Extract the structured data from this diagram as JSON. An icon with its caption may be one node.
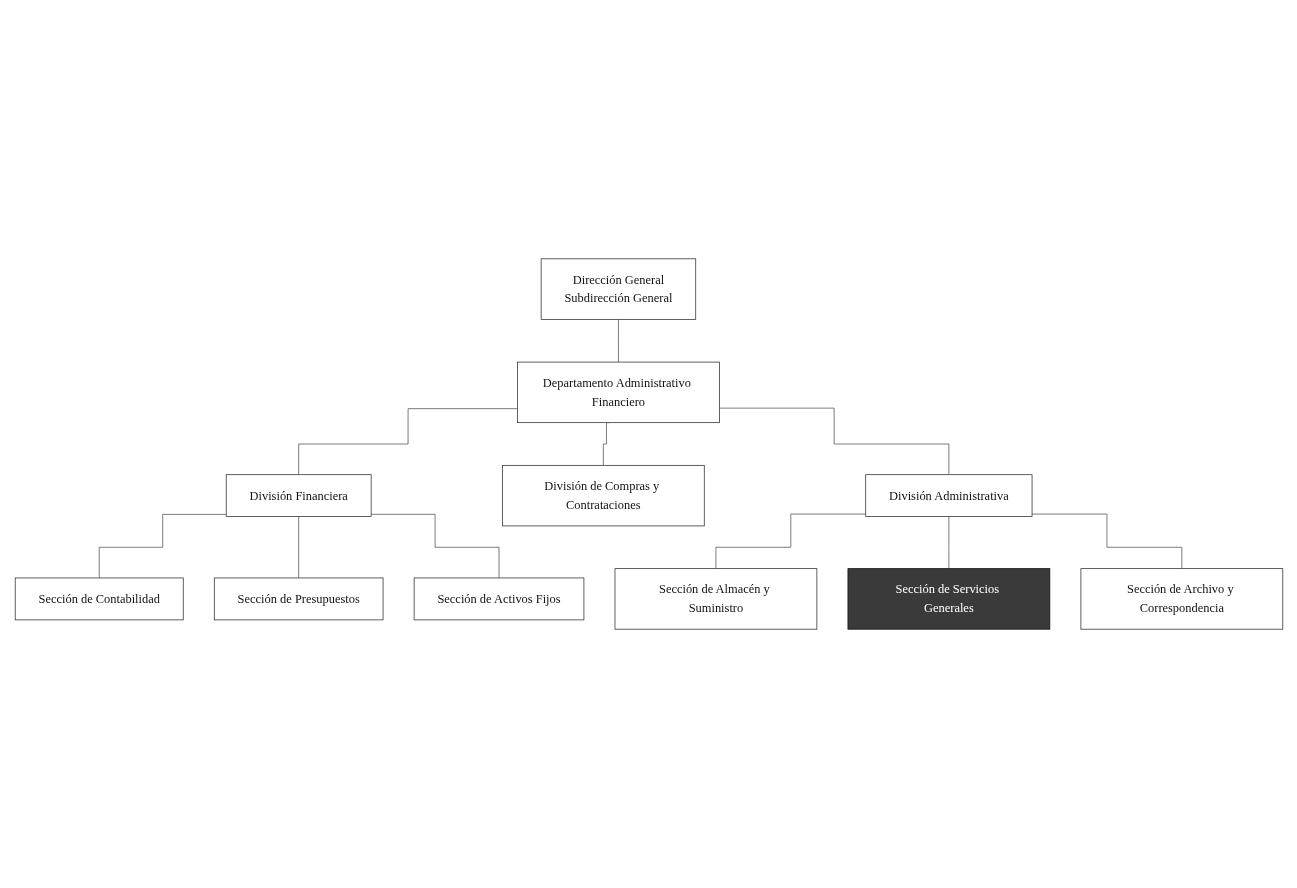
{
  "diagram": {
    "nodes": [
      {
        "text": [
          "Dirección General",
          "Subdirección General"
        ]
      },
      {
        "text": [
          "Departamento Administrativo Financiero"
        ]
      },
      {
        "text": [
          "División Financiera"
        ]
      },
      {
        "text": [
          "División de Compras y Contrataciones"
        ]
      },
      {
        "text": [
          "División Administrativa"
        ]
      },
      {
        "text": [
          "Sección de Contabilidad"
        ]
      },
      {
        "text": [
          "Sección de Presupuestos"
        ]
      },
      {
        "text": [
          "Sección de Almacén y Suministro"
        ]
      },
      {
        "text": [
          "Sección de Servicios Generales"
        ]
      },
      {
        "text": [
          "Sección de Activos Fijos"
        ]
      },
      {
        "text": [
          "Sección de Archivo y Correspondencia"
        ]
      }
    ],
    "edges": [
      {
        "from": 0,
        "to": 1,
        "arrow": "none"
      },
      {
        "from": 1,
        "to": 2,
        "arrow": "none"
      },
      {
        "from": 1,
        "to": 3,
        "arrow": "none"
      },
      {
        "from": 1,
        "to": 4,
        "arrow": "none"
      },
      {
        "from": 2,
        "to": 5,
        "arrow": "none"
      },
      {
        "from": 2,
        "to": 6,
        "arrow": "none"
      },
      {
        "from": 2,
        "to": 9,
        "arrow": "none"
      },
      {
        "from": 4,
        "to": 7,
        "arrow": "none"
      },
      {
        "from": 4,
        "to": 8,
        "arrow": "none"
      },
      {
        "from": 4,
        "to": 10,
        "arrow": "none"
      }
    ]
  }
}
